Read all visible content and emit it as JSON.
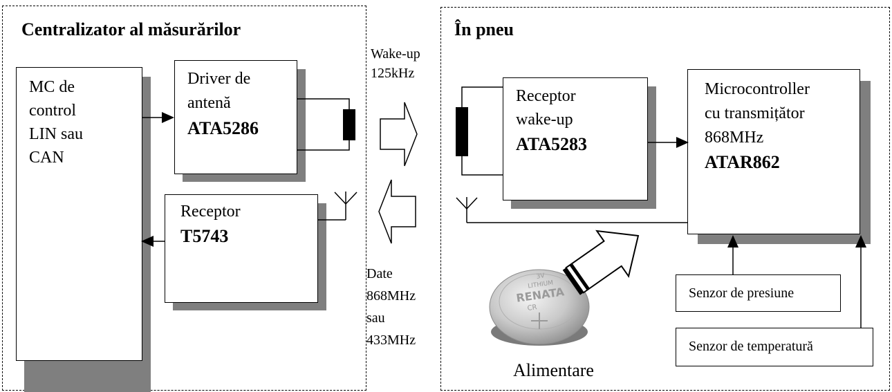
{
  "left_region": {
    "title": "Centralizator al măsurărilor"
  },
  "right_region": {
    "title": "În pneu"
  },
  "mc_box": {
    "line1": "MC de",
    "line2": "control",
    "line3": "LIN sau",
    "line4": "CAN"
  },
  "driver_box": {
    "line1": "Driver de",
    "line2": "antenă",
    "part": "ATA5286"
  },
  "receptor_left_box": {
    "line1": "Receptor",
    "part": "T5743"
  },
  "wakeup_label": {
    "line1": "Wake-up",
    "line2": "125kHz"
  },
  "data_label": {
    "line1": "Date",
    "line2": "868MHz",
    "line3": "sau",
    "line4": "433MHz"
  },
  "receptor_wakeup_box": {
    "line1": "Receptor",
    "line2": "wake-up",
    "part": "ATA5283"
  },
  "microcontroller_box": {
    "line1": "Microcontroller",
    "line2": "cu transmițător",
    "line3": "868MHz",
    "part": "ATAR862"
  },
  "pressure_sensor": {
    "label": "Senzor de presiune"
  },
  "temperature_sensor": {
    "label": "Senzor de temperatură"
  },
  "battery": {
    "caption": "Alimentare",
    "print1": "3V",
    "print2": "LITHIUM",
    "print3": "RENATA",
    "print4": "CR"
  }
}
